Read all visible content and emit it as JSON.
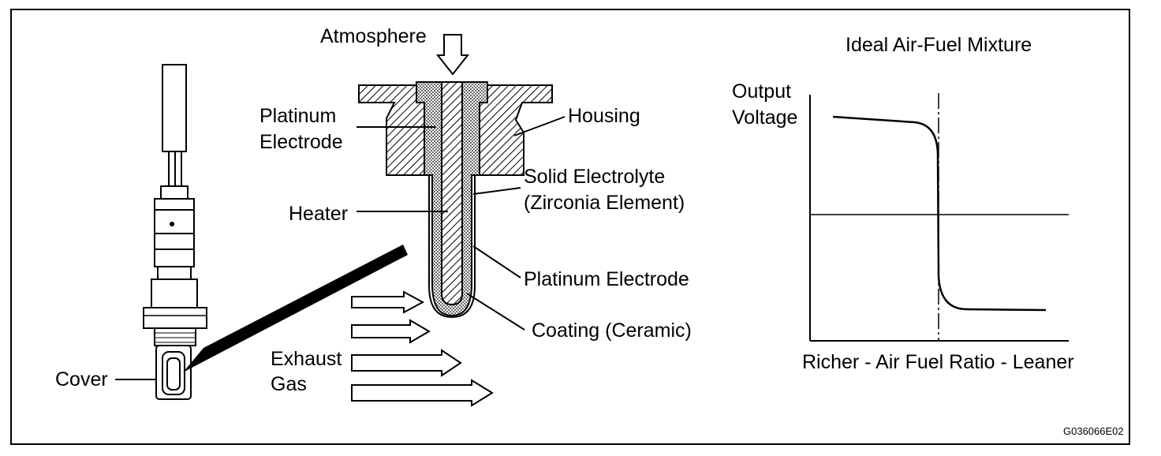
{
  "labels": {
    "atmosphere": "Atmosphere",
    "platinum_electrode_top_1": "Platinum",
    "platinum_electrode_top_2": "Electrode",
    "housing": "Housing",
    "solid_electrolyte_1": "Solid Electrolyte",
    "solid_electrolyte_2": "(Zirconia Element)",
    "heater": "Heater",
    "platinum_electrode_bottom": "Platinum Electrode",
    "coating": "Coating (Ceramic)",
    "exhaust_1": "Exhaust",
    "exhaust_2": "Gas",
    "cover": "Cover",
    "graph_title": "Ideal Air-Fuel Mixture",
    "output_1": "Output",
    "output_2": "Voltage",
    "xaxis": "Richer - Air Fuel Ratio - Leaner",
    "figure_code": "G036066E02"
  },
  "colors": {
    "ink": "#000000",
    "paper": "#ffffff"
  }
}
